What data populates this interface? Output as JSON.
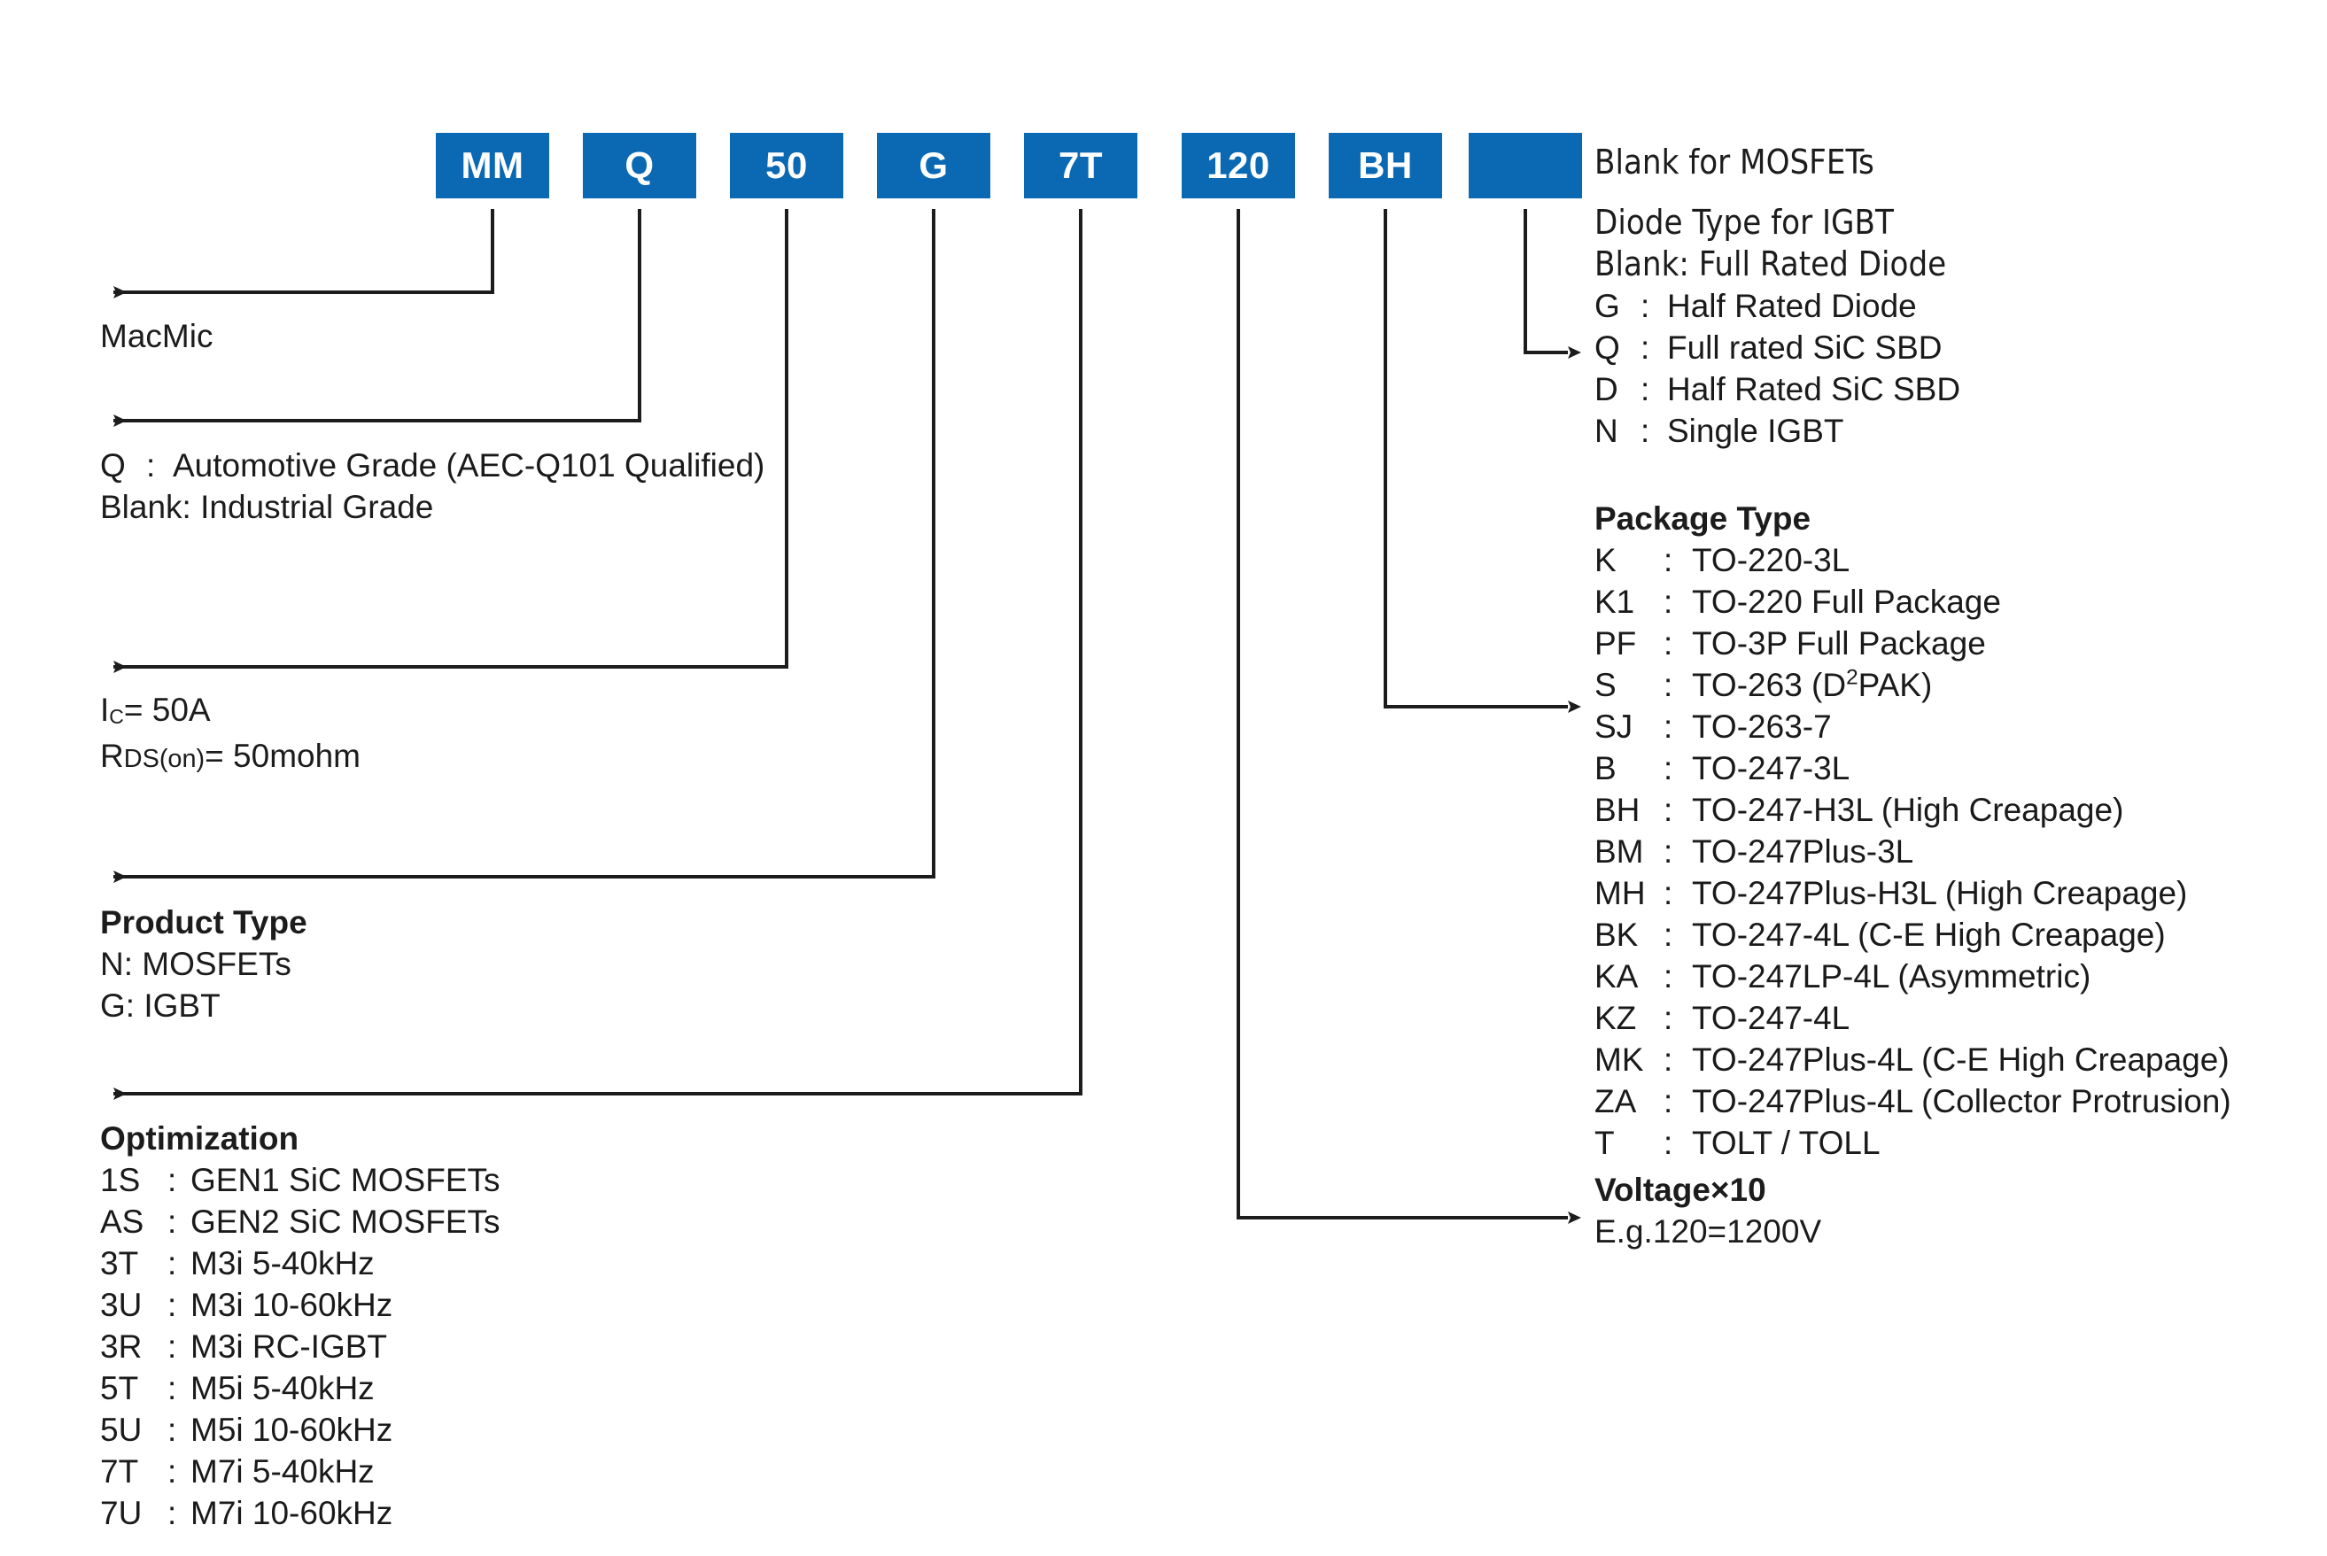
{
  "colors": {
    "box_blue": "#0b69b4",
    "line": "#1c1c1c",
    "text": "#1c1c1c",
    "background": "#ffffff"
  },
  "part_number": {
    "segments": [
      {
        "label": "MM",
        "name": "manufacturer"
      },
      {
        "label": "Q",
        "name": "grade"
      },
      {
        "label": "50",
        "name": "current-rating"
      },
      {
        "label": "G",
        "name": "product-type"
      },
      {
        "label": "7T",
        "name": "optimization"
      },
      {
        "label": "120",
        "name": "voltage"
      },
      {
        "label": "BH",
        "name": "package-type"
      },
      {
        "label": "",
        "name": "diode-type"
      }
    ]
  },
  "left_callouts": {
    "manufacturer": {
      "lines": [
        "MacMic"
      ]
    },
    "grade": {
      "line1_key": "Q",
      "line1_sep": ":",
      "line1_value": "Automotive Grade (AEC-Q101 Qualified)",
      "line2": "Blank: Industrial Grade"
    },
    "ratings": {
      "ic_prefix": "I",
      "ic_sub": "C",
      "ic_value": "= 50A",
      "rds_prefix": "R",
      "rds_sub": "DS(on)",
      "rds_value": "= 50mohm"
    },
    "product_type": {
      "title": "Product Type",
      "items": [
        "N: MOSFETs",
        "G: IGBT"
      ]
    },
    "optimization": {
      "title": "Optimization",
      "items": [
        {
          "key": "1S",
          "sep": ":",
          "value": "GEN1 SiC MOSFETs"
        },
        {
          "key": "AS",
          "sep": ":",
          "value": "GEN2 SiC MOSFETs"
        },
        {
          "key": "3T",
          "sep": ":",
          "value": "M3i 5-40kHz"
        },
        {
          "key": "3U",
          "sep": ":",
          "value": "M3i 10-60kHz"
        },
        {
          "key": "3R",
          "sep": ":",
          "value": "M3i RC-IGBT"
        },
        {
          "key": "5T",
          "sep": ":",
          "value": "M5i 5-40kHz"
        },
        {
          "key": "5U",
          "sep": ":",
          "value": "M5i 10-60kHz"
        },
        {
          "key": "7T",
          "sep": ":",
          "value": "M7i 5-40kHz"
        },
        {
          "key": "7U",
          "sep": ":",
          "value": "M7i 10-60kHz"
        }
      ]
    }
  },
  "right_callouts": {
    "blank_mosfets": "Blank for MOSFETs",
    "diode_type": {
      "title": "Diode Type for IGBT",
      "blank_line": "Blank: Full Rated Diode",
      "items": [
        {
          "key": "G",
          "sep": ":",
          "value": "Half Rated Diode"
        },
        {
          "key": "Q",
          "sep": ":",
          "value": "Full rated SiC SBD"
        },
        {
          "key": "D",
          "sep": ":",
          "value": "Half Rated SiC SBD"
        },
        {
          "key": "N",
          "sep": ":",
          "value": "Single IGBT"
        }
      ]
    },
    "package_type": {
      "title": "Package Type",
      "items": [
        {
          "key": "K",
          "sep": ":",
          "value": "TO-220-3L"
        },
        {
          "key": "K1",
          "sep": ":",
          "value": "TO-220 Full Package"
        },
        {
          "key": "PF",
          "sep": ":",
          "value": "TO-3P Full Package"
        },
        {
          "key": "S",
          "sep": ":",
          "value": "TO-263 (D²PAK)"
        },
        {
          "key": "SJ",
          "sep": ":",
          "value": "TO-263-7"
        },
        {
          "key": "B",
          "sep": ":",
          "value": "TO-247-3L"
        },
        {
          "key": "BH",
          "sep": ":",
          "value": "TO-247-H3L (High Creapage)"
        },
        {
          "key": "BM",
          "sep": ":",
          "value": "TO-247Plus-3L"
        },
        {
          "key": "MH",
          "sep": ":",
          "value": "TO-247Plus-H3L (High Creapage)"
        },
        {
          "key": "BK",
          "sep": ":",
          "value": "TO-247-4L (C-E High Creapage)"
        },
        {
          "key": "KA",
          "sep": ":",
          "value": "TO-247LP-4L (Asymmetric)"
        },
        {
          "key": "KZ",
          "sep": ":",
          "value": "TO-247-4L"
        },
        {
          "key": "MK",
          "sep": ":",
          "value": "TO-247Plus-4L (C-E High Creapage)"
        },
        {
          "key": "ZA",
          "sep": ":",
          "value": "TO-247Plus-4L (Collector Protrusion)"
        },
        {
          "key": "T",
          "sep": ":",
          "value": "TOLT / TOLL"
        }
      ]
    },
    "voltage": {
      "title": "Voltage×10",
      "example": "E.g.120=1200V"
    }
  }
}
